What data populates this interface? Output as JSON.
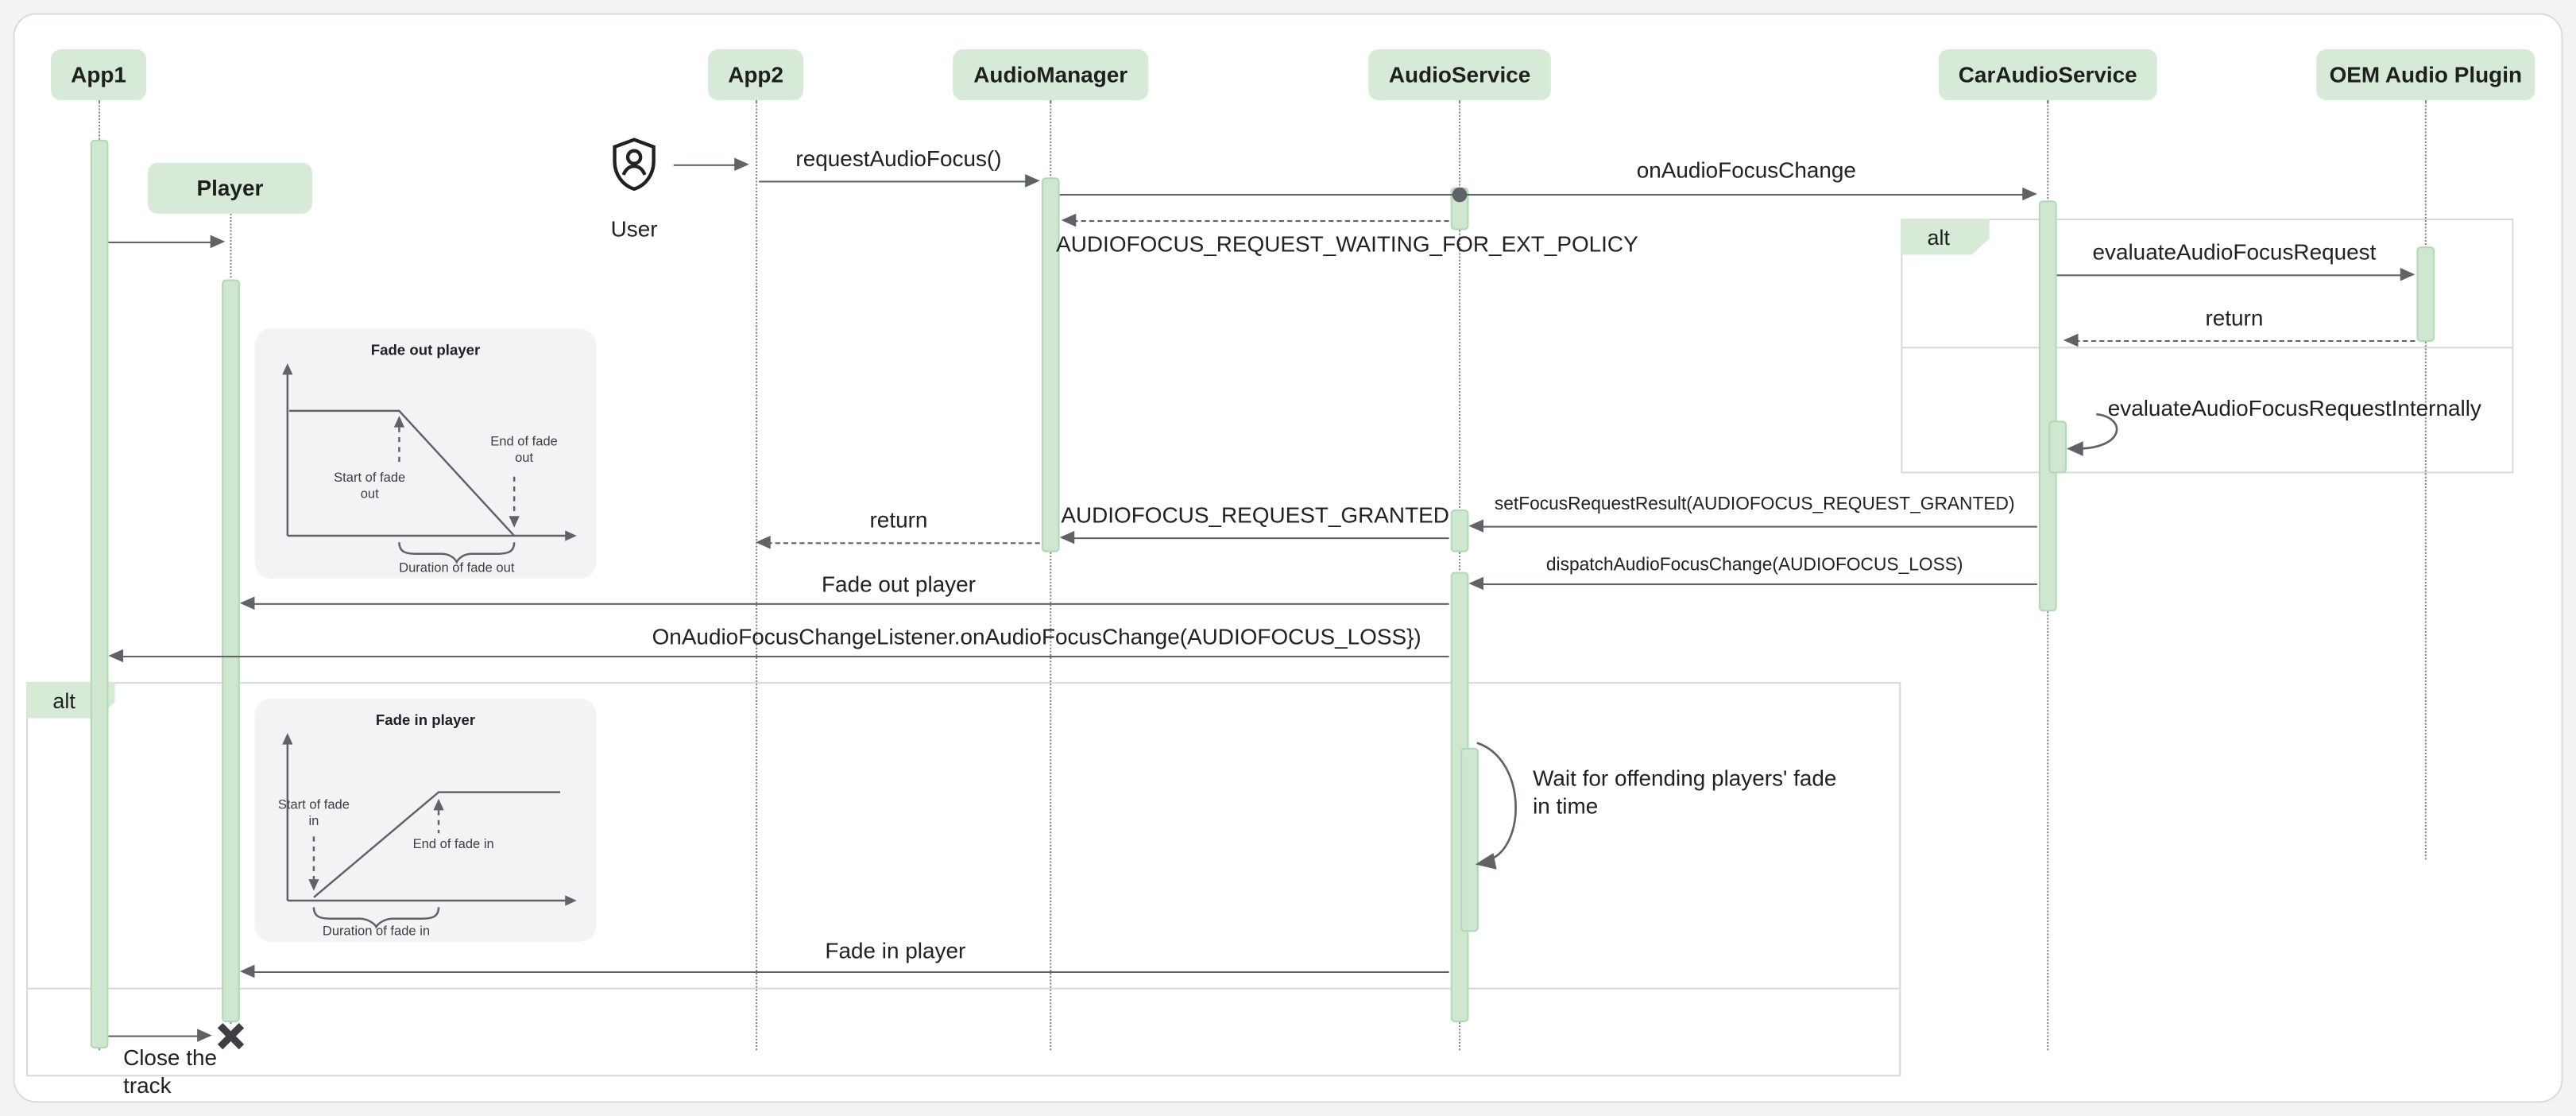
{
  "diagram": {
    "participants": {
      "app1": "App1",
      "app2": "App2",
      "audio_manager": "AudioManager",
      "audio_service": "AudioService",
      "car_audio_service": "CarAudioService",
      "oem_audio_plugin": "OEM Audio Plugin"
    },
    "objects": {
      "player": "Player"
    },
    "actor": {
      "label": "User"
    },
    "fragments": {
      "alt_right": "alt",
      "alt_left": "alt"
    },
    "messages": {
      "request_audio_focus": "requestAudioFocus()",
      "on_audio_focus_change": "onAudioFocusChange",
      "waiting_for_ext_policy": "AUDIOFOCUS_REQUEST_WAITING_FOR_EXT_POLICY",
      "evaluate_audio_focus_request": "evaluateAudioFocusRequest",
      "return_evaluate": "return",
      "evaluate_internally": "evaluateAudioFocusRequestInternally",
      "set_focus_request_result": "setFocusRequestResult(AUDIOFOCUS_REQUEST_GRANTED)",
      "audiofocus_request_granted": "AUDIOFOCUS_REQUEST_GRANTED",
      "return_to_app2": "return",
      "dispatch_audio_focus_change": "dispatchAudioFocusChange(AUDIOFOCUS_LOSS)",
      "fade_out_player": "Fade out player",
      "on_audio_focus_change_listener": "OnAudioFocusChangeListener.onAudioFocusChange(AUDIOFOCUS_LOSS})",
      "wait_for_players": "Wait for offending players' fade in time",
      "fade_in_player": "Fade in player",
      "close_the_track": "Close the track"
    },
    "insets": {
      "fade_out": {
        "title": "Fade out player",
        "start": "Start of fade out",
        "end": "End of fade out",
        "duration": "Duration of fade out"
      },
      "fade_in": {
        "title": "Fade in player",
        "start": "Start of fade in",
        "end": "End of fade in",
        "duration": "Duration of fade in"
      }
    },
    "colors": {
      "participant_fill": "#d6ead7",
      "activation_fill": "#cfe7d0",
      "arrow": "#5f6368",
      "fragment_border": "#dadce0",
      "inset_bg": "#f1f3f4",
      "page_bg": "#f1f3f4",
      "card_bg": "#ffffff"
    }
  }
}
